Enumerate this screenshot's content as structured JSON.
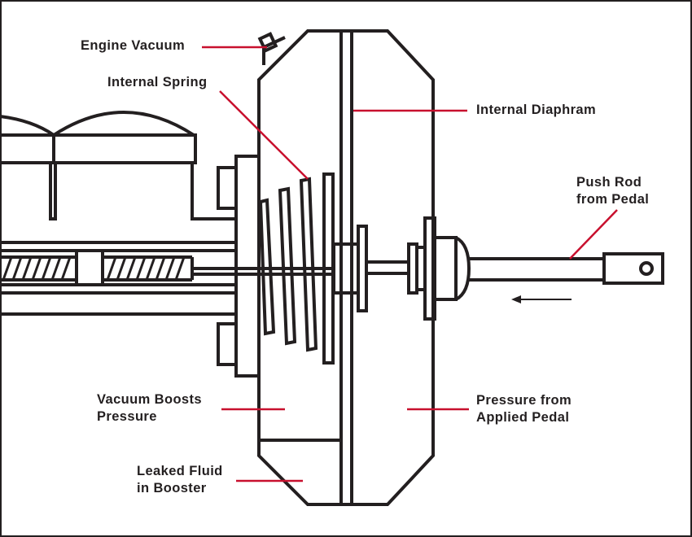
{
  "labels": {
    "engine_vacuum": "Engine Vacuum",
    "internal_spring": "Internal Spring",
    "internal_diaphram": "Internal Diaphram",
    "push_rod_line1": "Push Rod",
    "push_rod_line2": "from Pedal",
    "vacuum_boosts_line1": "Vacuum Boosts",
    "vacuum_boosts_line2": "Pressure",
    "pressure_from_line1": "Pressure from",
    "pressure_from_line2": "Applied Pedal",
    "leaked_fluid_line1": "Leaked Fluid",
    "leaked_fluid_line2": "in Booster"
  },
  "colors": {
    "outline": "#231f20",
    "leader": "#c8102e",
    "background": "#ffffff"
  }
}
